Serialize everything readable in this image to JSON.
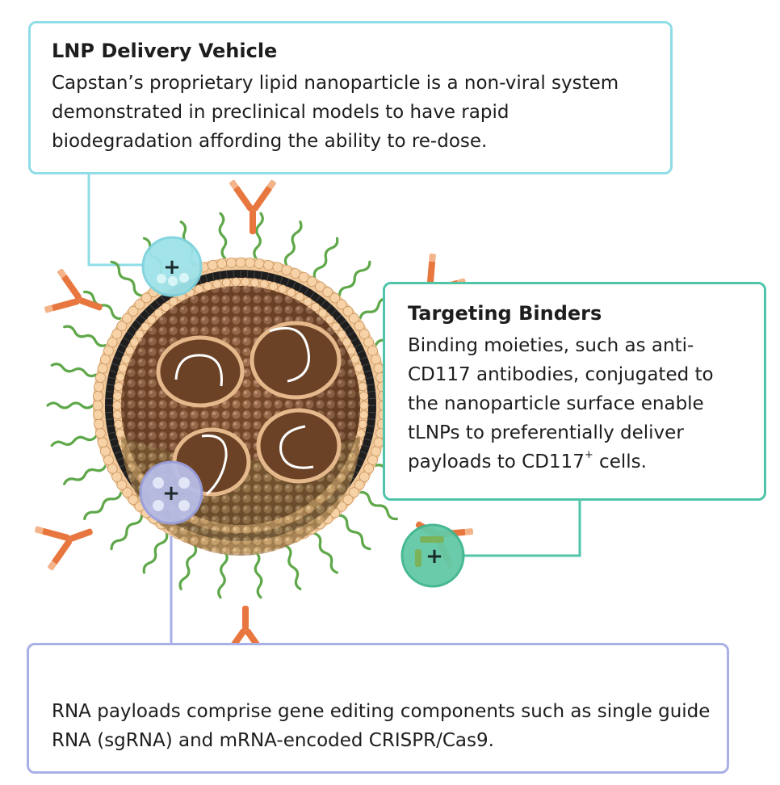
{
  "colors": {
    "lnp_box_border": "#8fdde6",
    "targeting_box_border": "#4fc4a8",
    "rna_box_border": "#a9b0e6",
    "lipid_head": "#f1c89a",
    "lipid_tail": "#1e1e1e",
    "particle_core": "#8a5a38",
    "peg_chain": "#5fa84a",
    "antibody": "#e8763f"
  },
  "icons": [
    "lnp-plus-marker-icon",
    "binder-plus-marker-icon",
    "rna-plus-marker-icon",
    "antibody-icon",
    "peg-chain-icon",
    "rna-strand-icon"
  ],
  "lnp": {
    "title": "LNP Delivery Vehicle",
    "body": "Capstan’s proprietary lipid nanoparticle is a non-viral system demonstrated in preclinical models to have rapid biodegradation affording the ability to re-dose.",
    "marker": "+"
  },
  "targeting": {
    "title": "Targeting Binders",
    "body_before_sup": "Binding moieties, such as anti-CD117 antibodies, conjugated to the nanoparticle surface enable tLNPs to preferentially deliver payloads to CD117",
    "sup": "+",
    "body_after_sup": " cells.",
    "marker": "+"
  },
  "rna": {
    "body": "RNA payloads comprise gene editing components such as single guide RNA (sgRNA) and mRNA-encoded CRISPR/Cas9.",
    "marker": "+"
  }
}
